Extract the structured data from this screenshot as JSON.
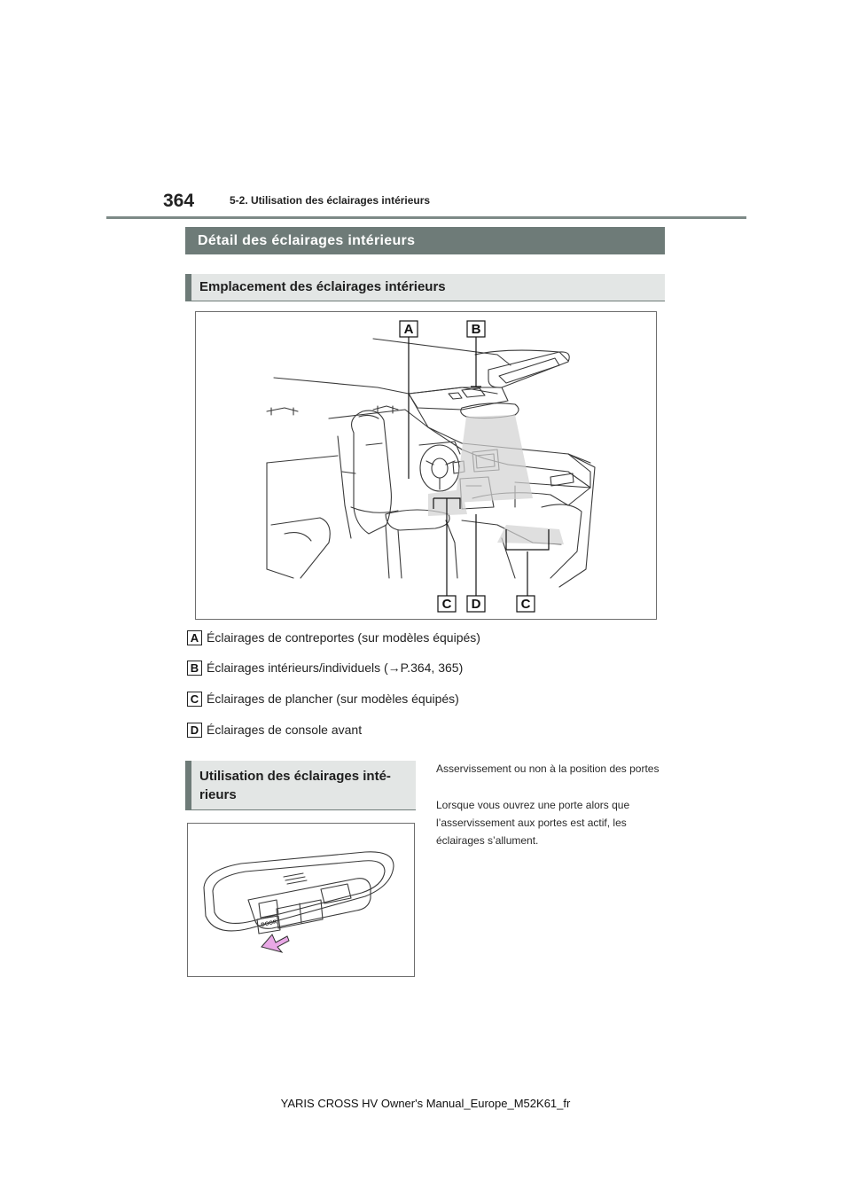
{
  "header": {
    "page_number": "364",
    "section_title": "5-2. Utilisation des éclairages intérieurs"
  },
  "main_heading": "Détail des éclairages intérieurs",
  "subsection1": {
    "title": "Emplacement des éclairages intérieurs",
    "figure_labels": [
      "A",
      "B",
      "C",
      "D",
      "C"
    ]
  },
  "legend": [
    {
      "badge": "A",
      "text": "Éclairages de contreportes (sur modèles équipés)"
    },
    {
      "badge": "B",
      "text": "Éclairages intérieurs/individuels (→P.364, 365)"
    },
    {
      "badge": "C",
      "text": "Éclairages de plancher (sur modèles équipés)"
    },
    {
      "badge": "D",
      "text": "Éclairages de console avant"
    }
  ],
  "subsection2": {
    "title_line1": "Utilisation des éclairages inté-",
    "title_line2": "rieurs",
    "figure_button_label": "DOOR"
  },
  "description": {
    "title": "Asservissement ou non à la position des portes",
    "body": "Lorsque vous ouvrez une porte alors que l’asservissement aux portes est actif, les éclairages s’allument."
  },
  "footer": "YARIS CROSS HV Owner's Manual_Europe_M52K61_fr",
  "colors": {
    "heading_bg": "#6e7b78",
    "subheading_bg": "#e3e6e5",
    "arrow_fill": "#e9a8e6"
  }
}
